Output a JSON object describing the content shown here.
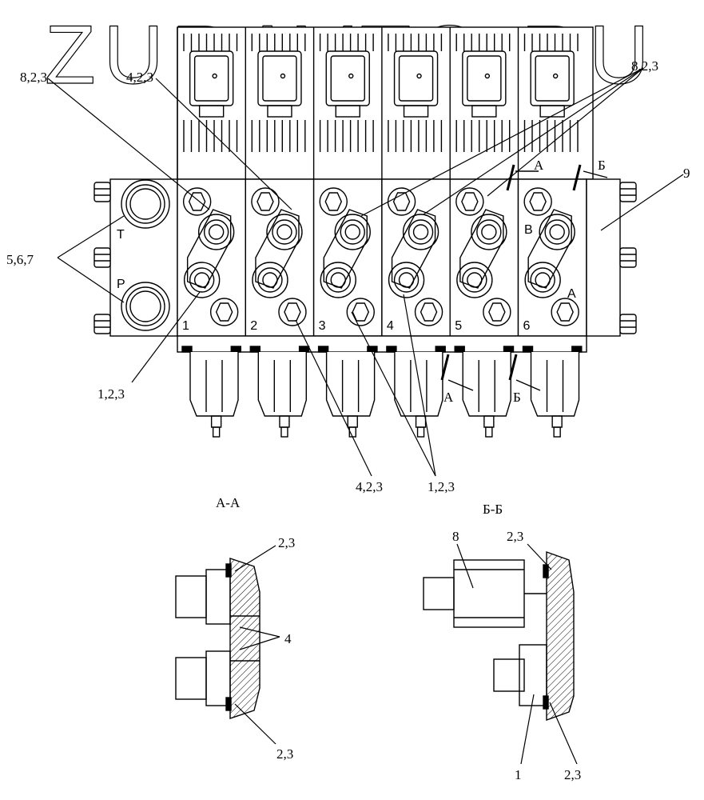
{
  "watermark": "ZURAVTO.RU",
  "section_labels": {
    "section_a_title": "А-А",
    "section_b_title": "Б-Б",
    "cut_a": "А",
    "cut_b": "Б"
  },
  "port_labels": {
    "tank": "Т",
    "pressure": "Р",
    "port_b": "В",
    "port_a": "А"
  },
  "sections": [
    "1",
    "2",
    "3",
    "4",
    "5",
    "6"
  ],
  "callouts": {
    "top_left_1": "8,2,3",
    "top_left_2": "4,2,3",
    "top_right": "8,2,3",
    "right_9": "9",
    "left_567": "5,6,7",
    "bottom_left": "1,2,3",
    "bottom_mid": "4,2,3",
    "bottom_right": "1,2,3",
    "aa_top": "2,3",
    "aa_mid": "4",
    "aa_bottom": "2,3",
    "bb_8": "8",
    "bb_top": "2,3",
    "bb_1": "1",
    "bb_bottom": "2,3"
  }
}
